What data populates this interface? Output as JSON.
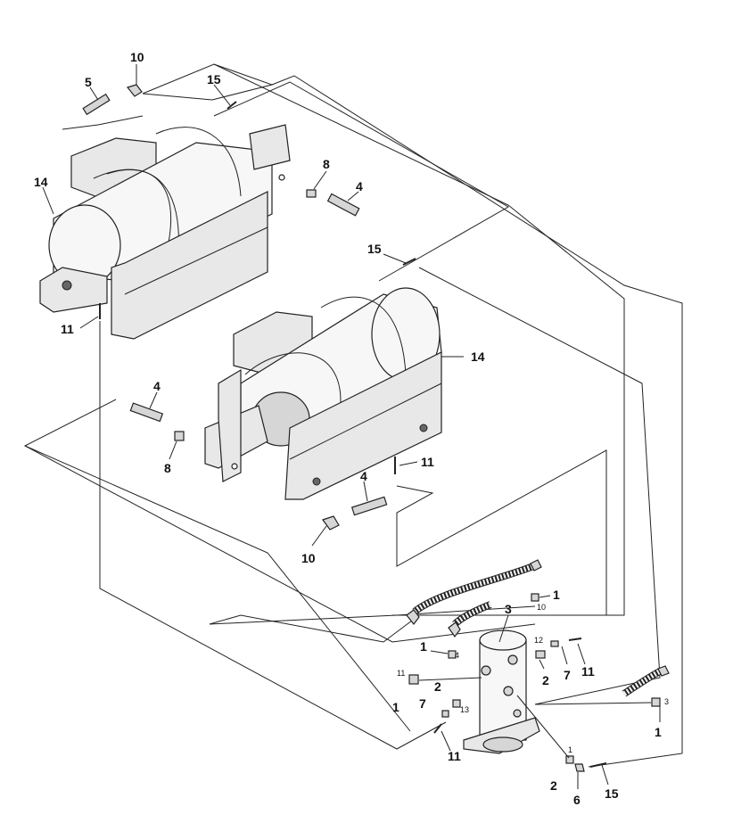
{
  "diagram": {
    "callouts": [
      {
        "id": "c-10-top",
        "text": "10"
      },
      {
        "id": "c-5",
        "text": "5"
      },
      {
        "id": "c-15-top",
        "text": "15"
      },
      {
        "id": "c-8-top",
        "text": "8"
      },
      {
        "id": "c-4-top",
        "text": "4"
      },
      {
        "id": "c-14-top",
        "text": "14"
      },
      {
        "id": "c-15-mid",
        "text": "15"
      },
      {
        "id": "c-11-left",
        "text": "11"
      },
      {
        "id": "c-14-mid",
        "text": "14"
      },
      {
        "id": "c-4-left",
        "text": "4"
      },
      {
        "id": "c-8-left",
        "text": "8"
      },
      {
        "id": "c-11-mid",
        "text": "11"
      },
      {
        "id": "c-4-mid",
        "text": "4"
      },
      {
        "id": "c-10-mid",
        "text": "10"
      },
      {
        "id": "c-1-top",
        "text": "1"
      },
      {
        "id": "c-10-small",
        "text": "10"
      },
      {
        "id": "c-3-valve",
        "text": "3"
      },
      {
        "id": "c-1-left",
        "text": "1"
      },
      {
        "id": "c-4-small",
        "text": "4"
      },
      {
        "id": "c-12-small",
        "text": "12"
      },
      {
        "id": "c-7-right",
        "text": "7"
      },
      {
        "id": "c-11-right",
        "text": "11"
      },
      {
        "id": "c-2-right",
        "text": "2"
      },
      {
        "id": "c-11-small",
        "text": "11"
      },
      {
        "id": "c-1-lower-left",
        "text": "1"
      },
      {
        "id": "c-2-left",
        "text": "2"
      },
      {
        "id": "c-13-small",
        "text": "13"
      },
      {
        "id": "c-7-left",
        "text": "7"
      },
      {
        "id": "c-3-small",
        "text": "3"
      },
      {
        "id": "c-1-far-right",
        "text": "1"
      },
      {
        "id": "c-11-bottom",
        "text": "11"
      },
      {
        "id": "c-1-small-bottom",
        "text": "1"
      },
      {
        "id": "c-2-bottom",
        "text": "2"
      },
      {
        "id": "c-6",
        "text": "6"
      },
      {
        "id": "c-15-bottom",
        "text": "15"
      }
    ]
  }
}
